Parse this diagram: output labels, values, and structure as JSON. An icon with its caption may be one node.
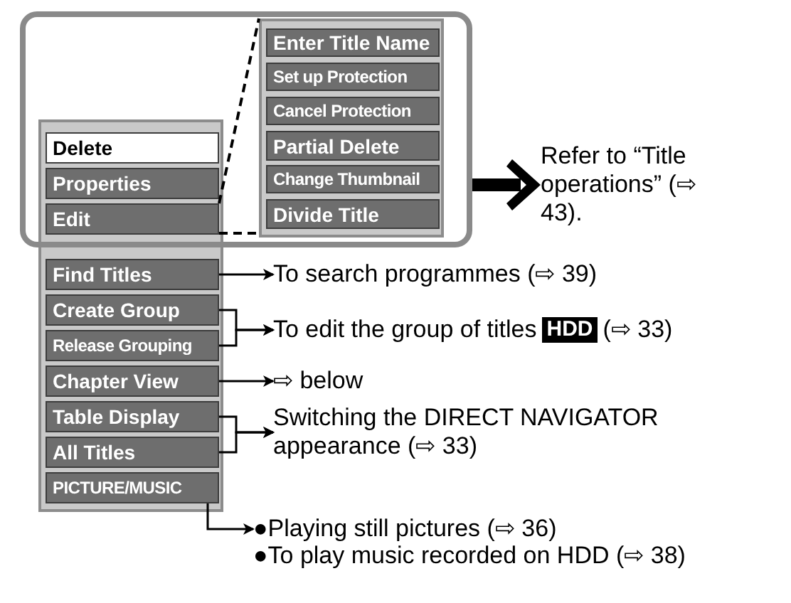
{
  "diagram": {
    "nodes": [
      {
        "text": [],
        "shape": "box"
      },
      {
        "text": [],
        "shape": "box",
        "in": 0
      },
      {
        "text": [
          "Enter Title Name"
        ],
        "in": 1
      },
      {
        "text": [
          "Set up Protection"
        ],
        "in": 1
      },
      {
        "text": [
          "Cancel Protection"
        ],
        "in": 1
      },
      {
        "text": [
          "Partial Delete"
        ],
        "in": 1
      },
      {
        "text": [
          "Change Thumbnail"
        ],
        "in": 1
      },
      {
        "text": [
          "Divide Title"
        ],
        "in": 1
      },
      {
        "text": [],
        "shape": "box"
      },
      {
        "text": [
          "Delete"
        ]
      },
      {
        "text": [
          "Properties"
        ]
      },
      {
        "text": [
          "Edit"
        ]
      },
      {
        "text": [
          "Find Titles"
        ],
        "in": 8
      },
      {
        "text": [
          "Create Group"
        ],
        "in": 8
      },
      {
        "text": [
          "Release Grouping"
        ],
        "in": 8
      },
      {
        "text": [
          "Chapter View"
        ],
        "in": 8
      },
      {
        "text": [
          "Table Display"
        ],
        "in": 8
      },
      {
        "text": [
          "All Titles"
        ],
        "in": 8
      },
      {
        "text": [
          "PICTURE/MUSIC"
        ],
        "in": 8
      },
      {
        "text": [
          "Refer to “Title operations” (⇨ 43)."
        ]
      },
      {
        "text": [
          "To search programmes (⇨ 39)"
        ]
      },
      {
        "text": [
          "To edit the group of titles",
          "HDD",
          "(⇨ 33)"
        ]
      },
      {
        "text": [
          "⇨ below"
        ]
      },
      {
        "text": [
          "Switching the DIRECT NAVIGATOR appearance (⇨ 33)"
        ]
      },
      {
        "text": [
          "●Playing still pictures (⇨ 36)",
          "●To play music recorded on HDD (⇨ 38)"
        ]
      }
    ],
    "edges": [
      {
        "from": 0,
        "to": 19,
        "arrow": "to",
        "style": "thick"
      },
      {
        "from": 11,
        "to": 1,
        "arrow": "none",
        "style": "dashed"
      },
      {
        "from": 11,
        "to": 1,
        "arrow": "none",
        "style": "dashed"
      },
      {
        "from": 12,
        "to": 20,
        "arrow": "to"
      },
      {
        "from": 13,
        "to": 21,
        "arrow": "to"
      },
      {
        "from": 14,
        "to": 21,
        "arrow": "to"
      },
      {
        "from": 15,
        "to": 22,
        "arrow": "to"
      },
      {
        "from": 16,
        "to": 23,
        "arrow": "to"
      },
      {
        "from": 17,
        "to": 23,
        "arrow": "to"
      },
      {
        "from": 18,
        "to": 24,
        "arrow": "to"
      }
    ]
  }
}
